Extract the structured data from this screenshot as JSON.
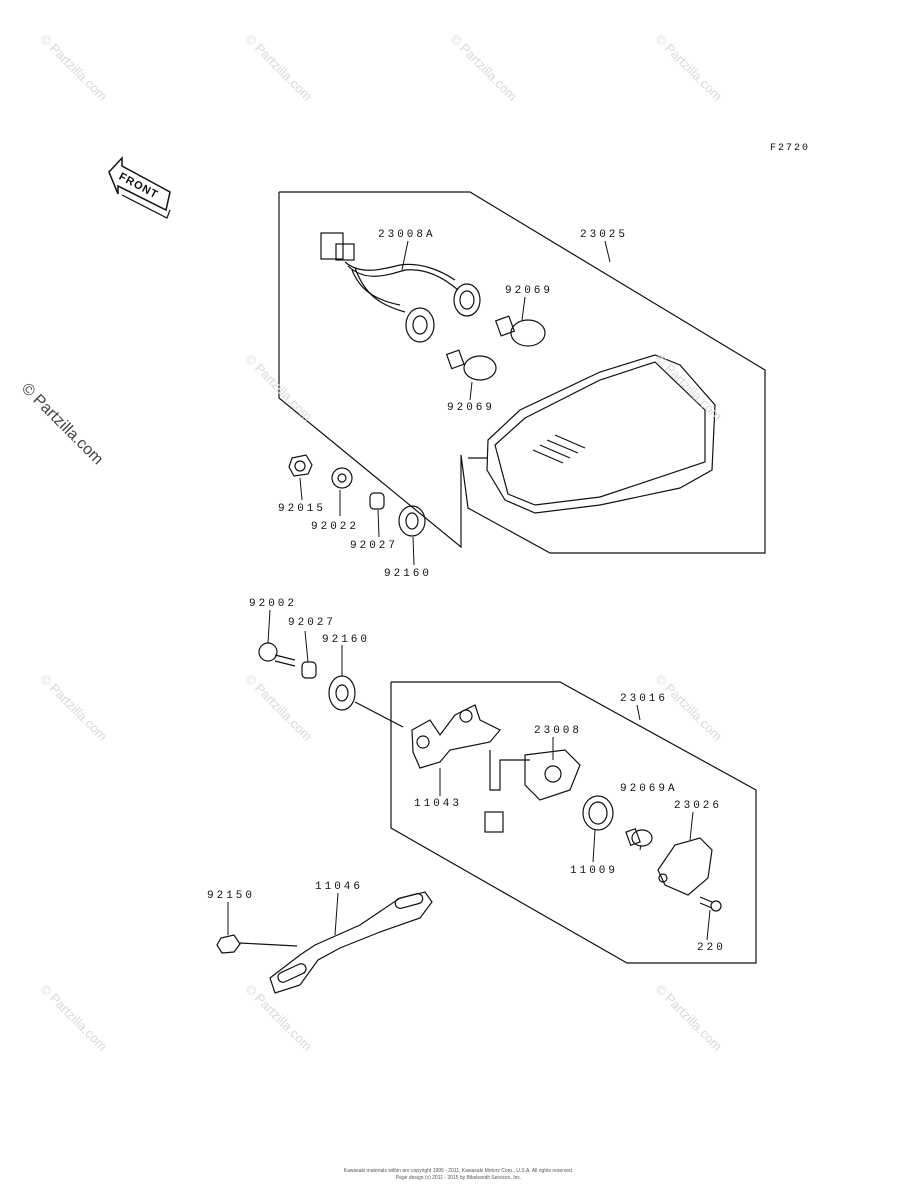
{
  "figure_id": "F2720",
  "front_label": "FRONT",
  "watermark_text": "© Partzilla.com",
  "callouts": {
    "c23008A": "23008A",
    "c23025": "23025",
    "c92069_top": "92069",
    "c92069_bottom": "92069",
    "c92015": "92015",
    "c92022": "92022",
    "c92027_top": "92027",
    "c92160_top": "92160",
    "c92002": "92002",
    "c92027_mid": "92027",
    "c92160_mid": "92160",
    "c23016": "23016",
    "c23008": "23008",
    "c11043": "11043",
    "c92069A": "92069A",
    "c23026": "23026",
    "c11009": "11009",
    "c92150": "92150",
    "c11046": "11046",
    "c220": "220"
  },
  "footer": {
    "line1": "Kawasaki materials within are copyright 1995 - 2011, Kawasaki Motors Corp., U.S.A. All rights reserved.",
    "line2": "Page design (c) 2011 - 2015 by Bikebandit Services, Inc."
  }
}
